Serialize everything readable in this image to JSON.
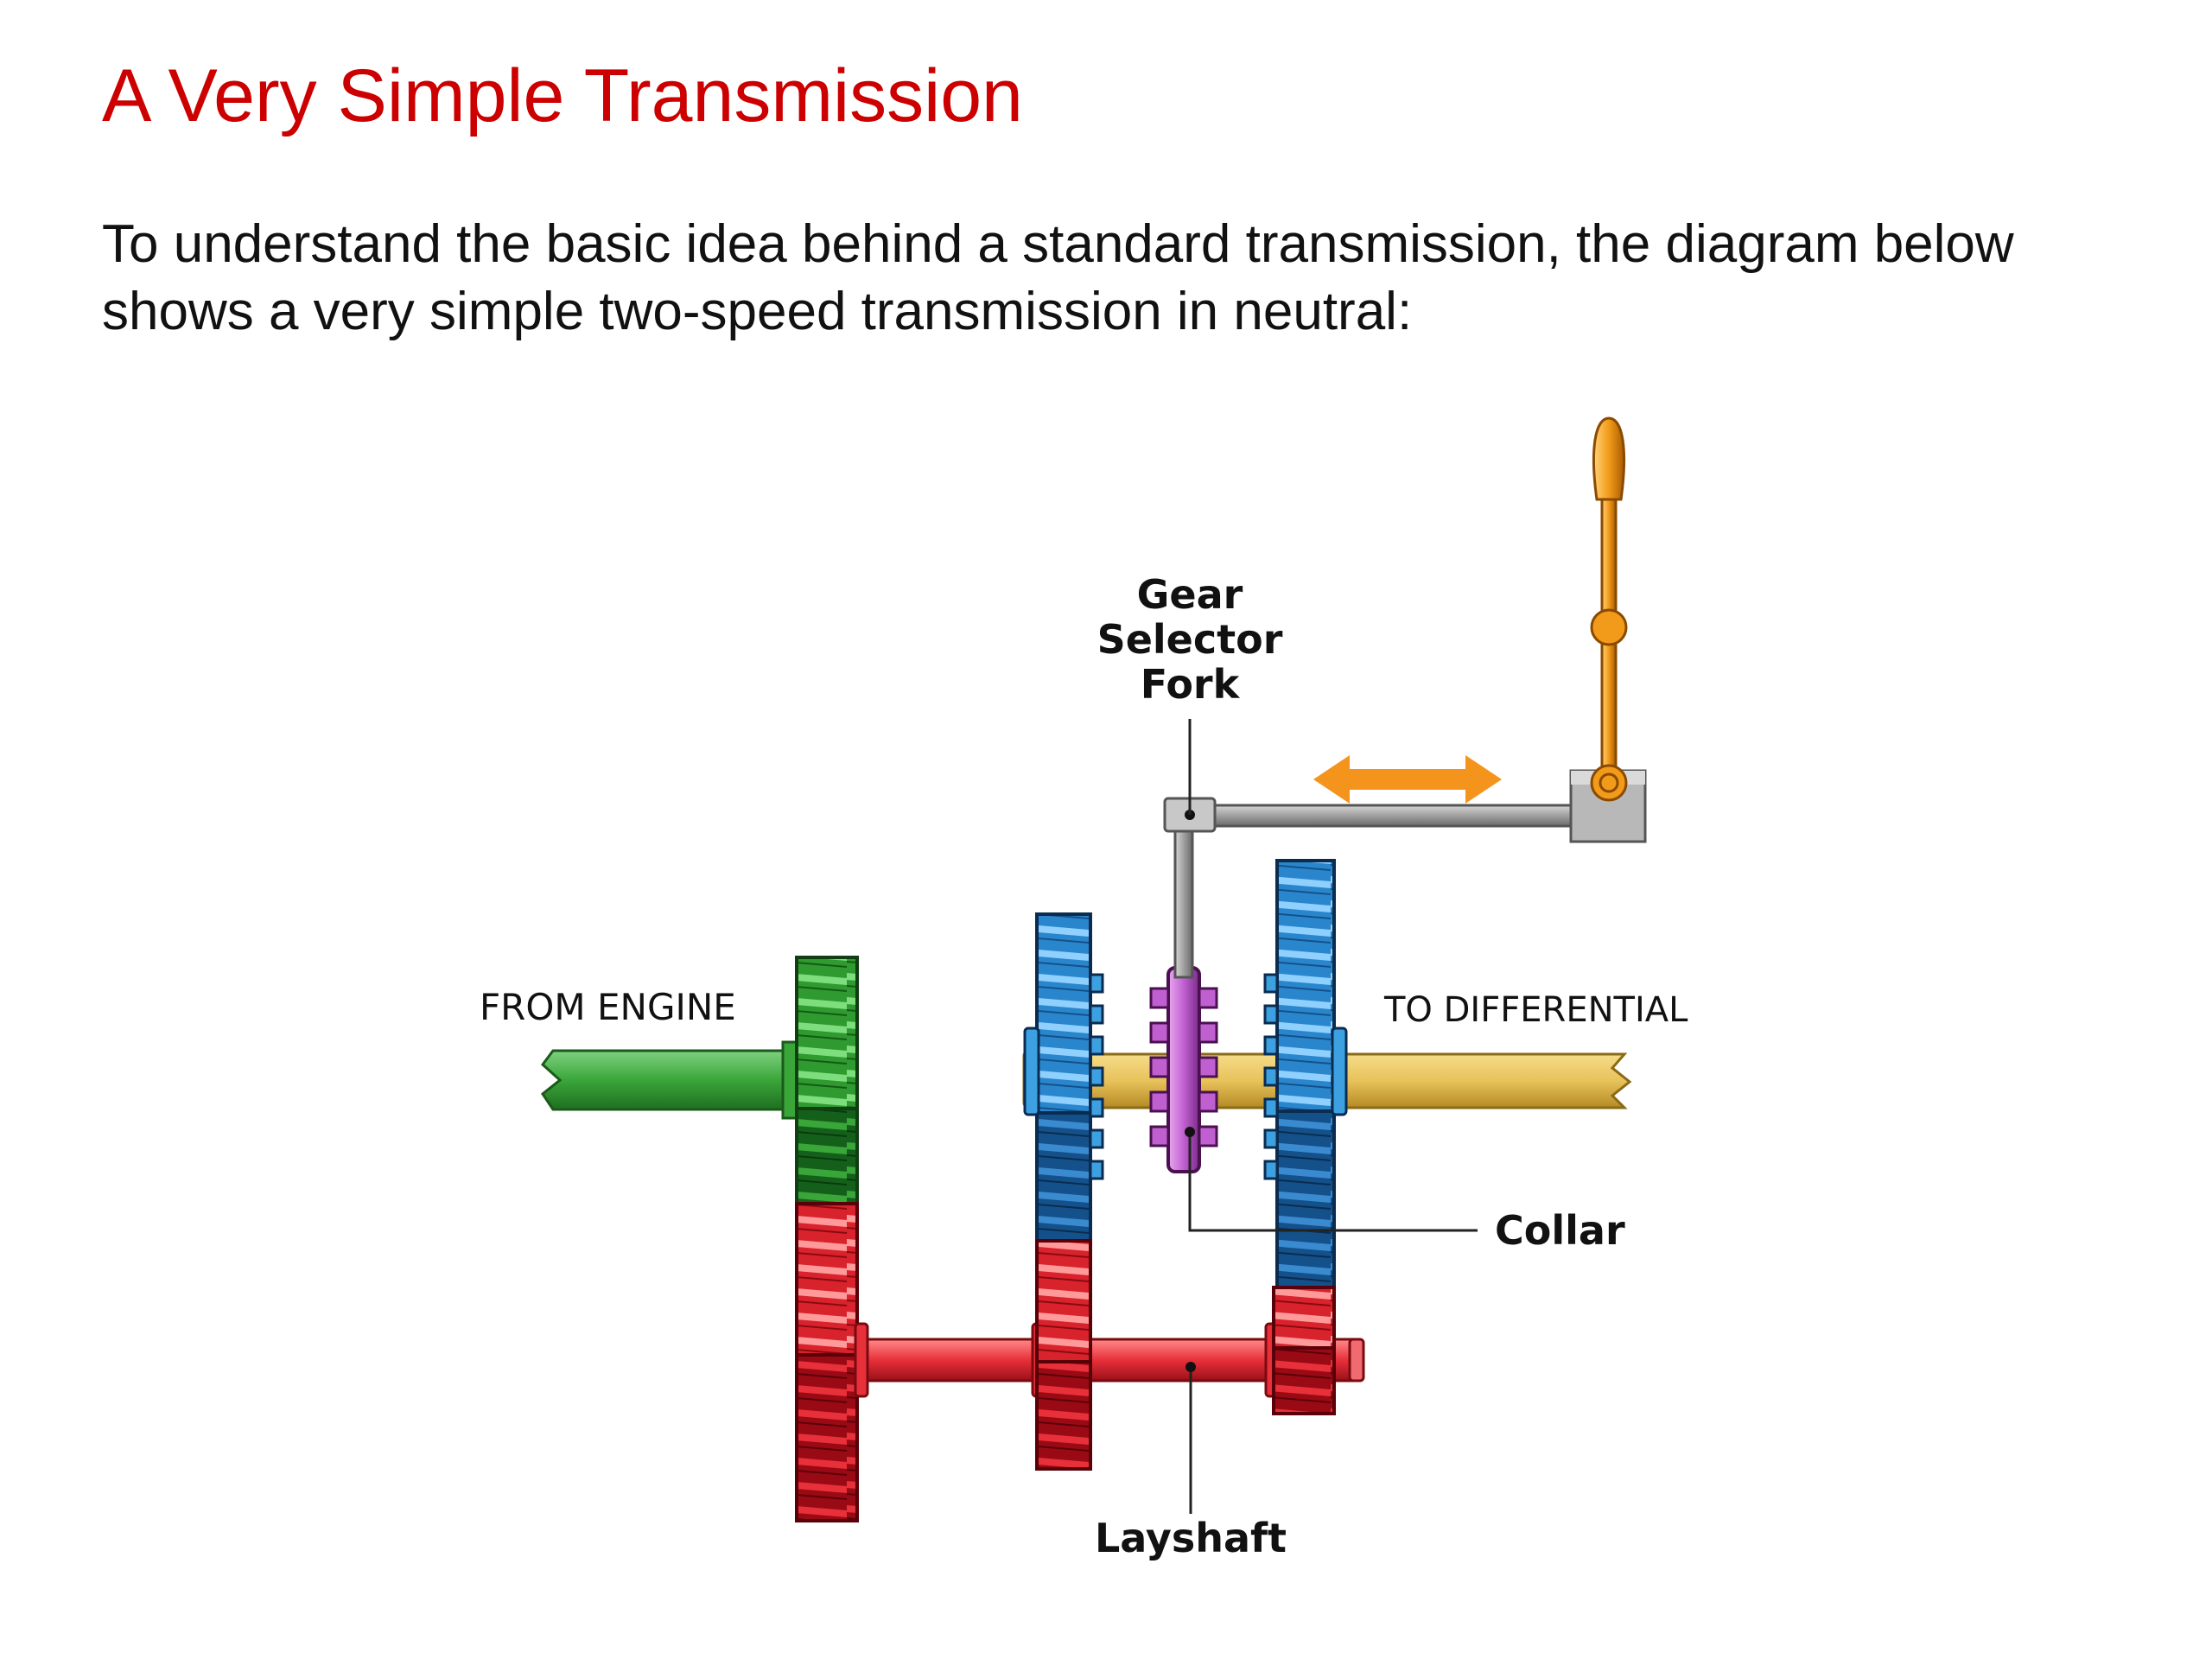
{
  "page": {
    "title": "A Very Simple Transmission",
    "intro": "To understand the basic idea behind a standard transmission, the diagram below shows a very simple two-speed transmission in neutral:"
  },
  "diagram": {
    "labels": {
      "gear_selector_fork": [
        "Gear",
        "Selector",
        "Fork"
      ],
      "from_engine": "FROM ENGINE",
      "to_differential": "TO DIFFERENTIAL",
      "collar": "Collar",
      "layshaft": "Layshaft"
    },
    "colors": {
      "title": "#cc0000",
      "input_shaft": "#3aa63a",
      "output_shaft": "#e8c25a",
      "blue_gears": "#3da0e0",
      "red_layshaft": "#e8303a",
      "collar": "#c060d0",
      "lever": "#f29a1a",
      "selector_rod": "#9a9a9a"
    }
  }
}
